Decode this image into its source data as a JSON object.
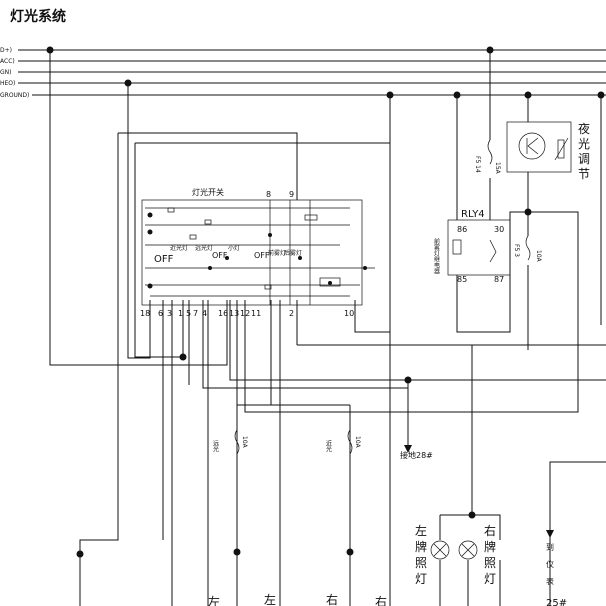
{
  "title": "灯光系统",
  "bus_labels": [
    "D+)",
    "ACC)",
    "GN)",
    "HEO)",
    "GROUND)"
  ],
  "switch": {
    "name": "灯光开关",
    "pins_top": [
      "8",
      "9"
    ],
    "pins_bottom": [
      "18",
      "6",
      "3",
      "1",
      "5",
      "7",
      "4",
      "16",
      "13",
      "12",
      "11",
      "2",
      "10"
    ],
    "positions": [
      "OFF",
      "OFF",
      "OFF"
    ],
    "mode_labels": [
      "近光灯",
      "远光灯",
      "小灯",
      "前雾灯",
      "后雾灯"
    ]
  },
  "relay": {
    "name": "RLY4",
    "pins": [
      "86",
      "30",
      "85",
      "87"
    ],
    "side_label": "前雾灯继电器"
  },
  "fuses": [
    {
      "label": "F5 14",
      "rating": "15A"
    },
    {
      "label": "F5 3",
      "rating": "10A"
    },
    {
      "label": "10A",
      "rating": ""
    },
    {
      "label": "10A",
      "rating": ""
    }
  ],
  "fuse_left_labels": [
    "远光",
    "近光"
  ],
  "night_adjust": [
    "夜",
    "光",
    "调",
    "节"
  ],
  "ground_label": "接地28#",
  "plate_left": [
    "左",
    "牌",
    "照",
    "灯"
  ],
  "plate_right": [
    "右",
    "牌",
    "照",
    "灯"
  ],
  "instrument_label": [
    "到",
    "仪",
    "表"
  ],
  "bottom_labels": [
    "左",
    "左",
    "右",
    "右"
  ],
  "bottom_right_text": "25#"
}
